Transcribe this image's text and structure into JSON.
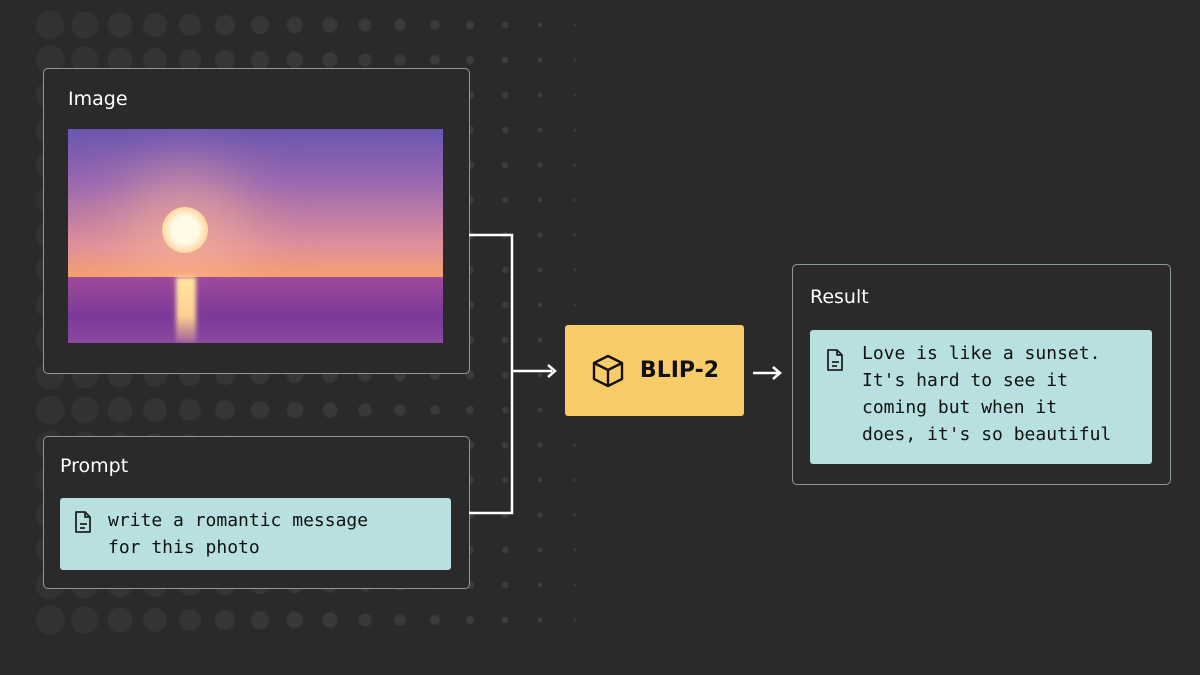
{
  "image_panel": {
    "label": "Image"
  },
  "prompt_panel": {
    "label": "Prompt",
    "text": "write a romantic message\nfor this photo"
  },
  "model": {
    "label": "BLIP-2",
    "color": "#f9cc6a"
  },
  "result_panel": {
    "label": "Result",
    "text": "Love is like a sunset.\nIt's hard to see it\ncoming but when it\ndoes, it's so beautiful"
  },
  "colors": {
    "background": "#2a2a2a",
    "textbox": "#b9e0e0"
  }
}
